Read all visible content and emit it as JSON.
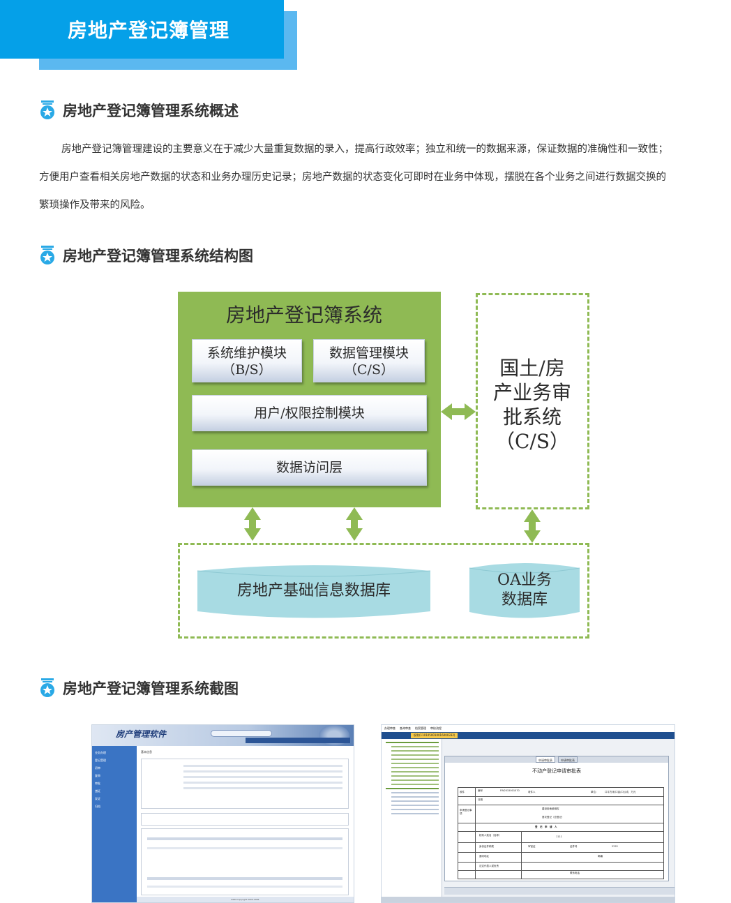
{
  "header": {
    "title": "房地产登记簿管理"
  },
  "sections": [
    {
      "title": "房地产登记簿管理系统概述"
    },
    {
      "title": "房地产登记簿管理系统结构图"
    },
    {
      "title": "房地产登记簿管理系统截图"
    }
  ],
  "overview": {
    "lines": [
      "房地产登记簿管理建设的主要意义在于减少大量重复数据的录入，提高行政效率；独立和统一的数据来源，保证数据的准确性和一致性；",
      "方便用户查看相关房地产数据的状态和业务办理历史记录；房地产数据的状态变化可即时在业务中体现，摆脱在各个业务之间进行数据交换的",
      "繁琐操作及带来的风险。"
    ]
  },
  "diagram": {
    "system_title": "房地产登记簿系统",
    "module_bs": {
      "name": "系统维护模块",
      "type": "（B/S）"
    },
    "module_cs": {
      "name": "数据管理模块",
      "type": "（C/S）"
    },
    "module_auth": "用户/权限控制模块",
    "module_access": "数据访问层",
    "approval_system": [
      "国土/房",
      "产业务审",
      "批系统",
      "（C/S）"
    ],
    "db_basic": "房地产基础信息数据库",
    "db_oa": [
      "OA业务",
      "数据库"
    ],
    "colors": {
      "green": "#8fba54",
      "cylinder": "#a8dbe3",
      "banner": "#05a0e8"
    }
  },
  "screenshots": {
    "left": {
      "logo": "房产管理软件",
      "nav": [
        "业务办理",
        "登记受理",
        "初审",
        "复审",
        "审批",
        "缮证",
        "发证",
        "归档"
      ],
      "form_heading": "基本信息",
      "footer": "RDM Copyright 2000-2006"
    },
    "right": {
      "menubar": [
        "办理审查",
        "查询审查",
        "档案管理",
        "审核流程"
      ],
      "tab": "权利(1101050010016000332)",
      "form_title": "不动产登记申请审批表",
      "tabs": [
        "申请审批表",
        "申请审批表"
      ],
      "labels": [
        "收件",
        "编号",
        "日期",
        "收件人",
        "单位：",
        "申请登记事项",
        "登　记　申　请　人",
        "权利人姓名（名称）",
        "身份证件种类",
        "证件号",
        "通讯地址",
        "邮编",
        "法定代表人或负责",
        "联系电话"
      ],
      "values": [
        "FW2015001070",
        "建设用地使用权",
        "首次登记（总登记）",
        "1111",
        "军官证",
        "2222",
        "口平方米/口亩/口公顷、万元"
      ]
    }
  }
}
